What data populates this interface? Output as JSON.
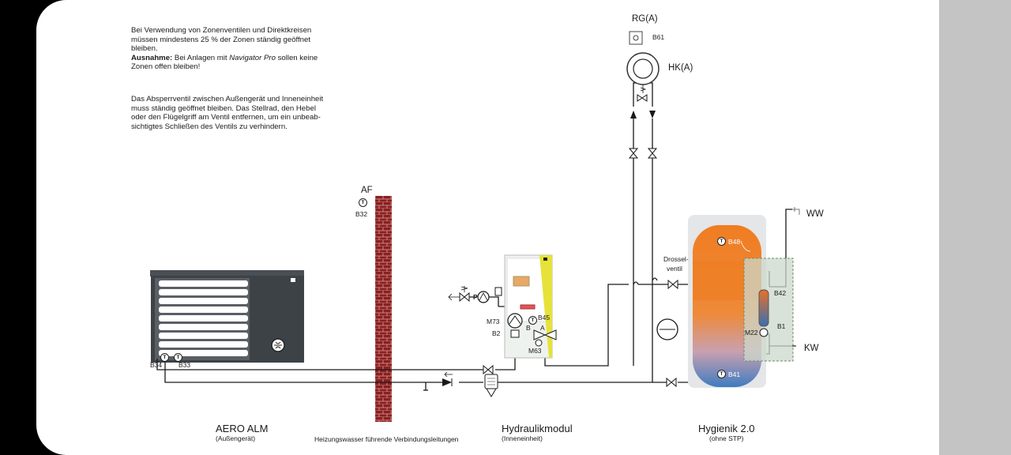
{
  "notes": {
    "p1_line1": "Bei Verwendung von Zonenventilen und Direktkreisen",
    "p1_line2": "müssen mindestens 25 % der Zonen ständig geöffnet",
    "p1_line3": "bleiben.",
    "exception_label": "Ausnahme:",
    "exception_pre": " Bei Anlagen mit ",
    "exception_product": "Navigator Pro",
    "exception_post": " sollen keine",
    "exception_line2": "Zonen offen bleiben!",
    "p2_line1": "Das Absperrventil zwischen Außengerät und Inneneinheit",
    "p2_line2": "muss ständig geöffnet bleiben. Das Stellrad, den Hebel",
    "p2_line3": "oder den Flügelgriff am Ventil entfernen, um ein unbeab-",
    "p2_line4": "sichtigtes Schließen des Ventils zu verhindern."
  },
  "labels": {
    "rg": "RG(A)",
    "b61": "B61",
    "hk": "HK(A)",
    "af": "AF",
    "b32": "B32",
    "ww": "WW",
    "kw": "KW",
    "b48": "B48",
    "b41": "B41",
    "b42": "B42",
    "b1": "B1",
    "m22": "M22",
    "drossel1": "Drossel-",
    "drossel2": "ventil",
    "p": "P",
    "m73": "M73",
    "b2": "B2",
    "b45": "B45",
    "b": "B",
    "a": "A",
    "m63": "M63",
    "b34": "B34",
    "b33": "B33",
    "t": "T"
  },
  "captions": {
    "aero_title": "AERO ALM",
    "aero_sub": "(Außengerät)",
    "pipes": "Heizungswasser führende Verbindungsleitungen",
    "hydro_title": "Hydraulikmodul",
    "hydro_sub": "(Inneneinheit)",
    "hyg_title": "Hygienik 2.0",
    "hyg_sub": "(ohne STP)"
  },
  "colors": {
    "tank_hot": "#ef7d22",
    "tank_cold": "#3f7cc0",
    "brick": "#8b2020",
    "module_green": "#ccd8cc",
    "unit_dark": "#3d4247",
    "module_yellow": "#e6e23a"
  }
}
